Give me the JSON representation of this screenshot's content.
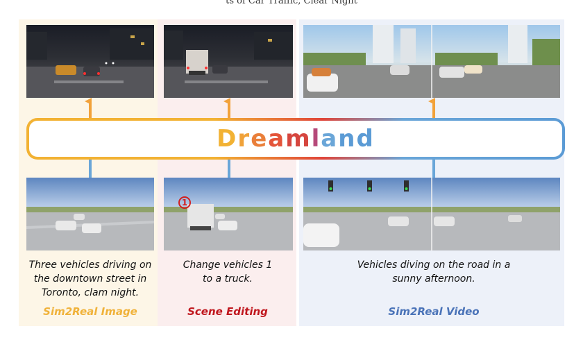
{
  "header_partial": "ts of Car Traffic, Clear Night",
  "center_title": "Dreamland",
  "title_letter_colors": [
    "#f2b234",
    "#f0a23a",
    "#ea7f3a",
    "#e4553a",
    "#d6463f",
    "#b6497a",
    "#6aa6d8",
    "#5b9bd5",
    "#5b9bd5"
  ],
  "columns": [
    {
      "caption_lines": [
        "Three vehicles driving on",
        "the downtown street in",
        "Toronto, clam night."
      ],
      "label": "Sim2Real Image",
      "label_color": "#f0b23a"
    },
    {
      "caption_lines": [
        "Change vehicles 1",
        "to a truck."
      ],
      "label": "Scene Editing",
      "label_color": "#c0171e",
      "badge": "1"
    },
    {
      "caption_lines": [
        "Vehicles diving on the road in a",
        "sunny afternoon."
      ],
      "label": "Sim2Real Video",
      "label_color": "#4a73b8"
    }
  ],
  "colors": {
    "arrow_orange": "#f2a23a",
    "arrow_blue": "#6aa6d8",
    "box_gradient": [
      "#f2b234",
      "#e0453a",
      "#5b9bd5"
    ]
  }
}
